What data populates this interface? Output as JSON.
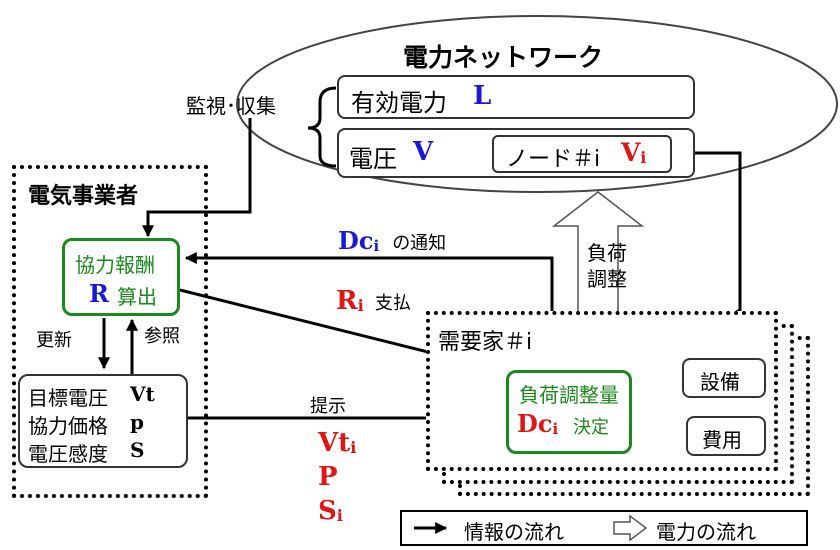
{
  "network": {
    "title": "電力ネットワーク",
    "active_power_label": "有効電力",
    "active_power_symbol": "L",
    "voltage_label": "電圧",
    "voltage_symbol": "V",
    "node_label": "ノード＃i",
    "node_symbol": "V",
    "node_sub": "i"
  },
  "monitor_label": "監視･収集",
  "utility": {
    "title": "電気事業者",
    "calc_line1": "協力報酬",
    "calc_symbol": "R",
    "calc_line2": "算出",
    "update_label": "更新",
    "refer_label": "参照",
    "target_voltage_label": "目標電圧",
    "target_voltage_symbol": "Vt",
    "coop_price_label": "協力価格",
    "coop_price_symbol": "p",
    "voltage_sens_label": "電圧感度",
    "voltage_sens_symbol": "S"
  },
  "notify": {
    "symbol": "Dc",
    "sub": "i",
    "text": "の通知"
  },
  "pay": {
    "symbol": "R",
    "sub": "i",
    "text": "支払"
  },
  "present": {
    "label": "提示",
    "vt_symbol": "Vt",
    "vt_sub": "i",
    "p_symbol": "P",
    "s_symbol": "S",
    "s_sub": "i"
  },
  "load_adjust_label": [
    "負荷",
    "調整"
  ],
  "customer": {
    "title": "需要家＃i",
    "calc_line1": "負荷調整量",
    "calc_symbol": "Dc",
    "calc_sub": "i",
    "calc_line2": "決定",
    "equipment_label": "設備",
    "cost_label": "費用"
  },
  "legend": {
    "info_flow": "情報の流れ",
    "power_flow": "電力の流れ"
  },
  "colors": {
    "blue": "#1a1ad6",
    "red": "#e01515",
    "green": "#1a8a1a"
  }
}
